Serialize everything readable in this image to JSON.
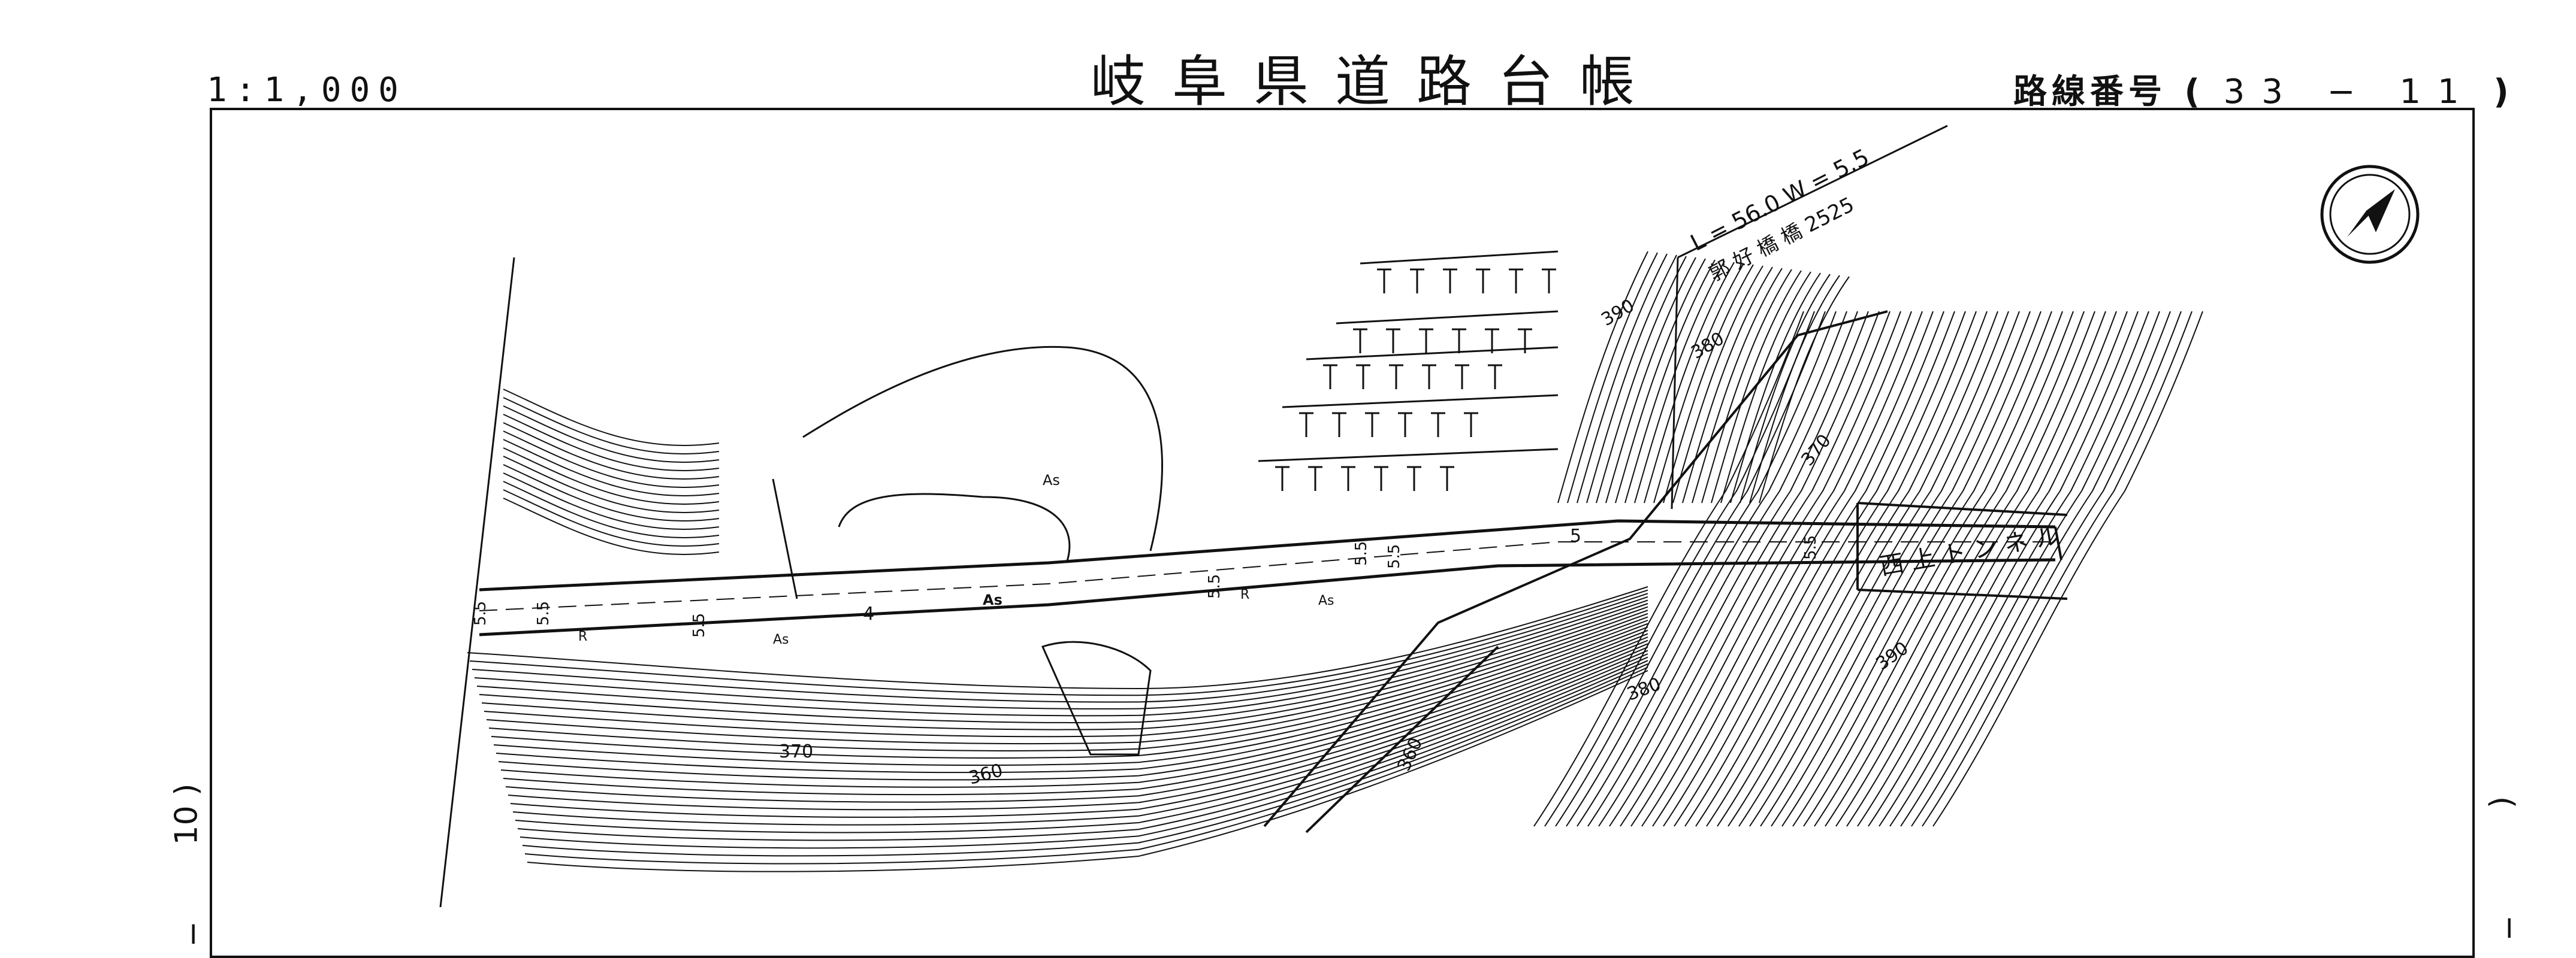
{
  "header": {
    "scale": "1:1,000",
    "title": "岐阜県道路台帳",
    "route_label": "路線番号",
    "route_open": "(",
    "route_number": "33 − 11",
    "route_close": ")"
  },
  "margins": {
    "left_side_text": "10 )",
    "left_side_dash": "−",
    "right_side_paren": ")",
    "right_side_dash": "−"
  },
  "map": {
    "bridge_line1": "L = 56.0   W = 5.5",
    "bridge_line2": "郭 好 橋    橋 2525",
    "tunnel_label": "西 上 ト ン ネ ル",
    "contours": [
      "390",
      "380",
      "370",
      "370",
      "360",
      "360",
      "380",
      "390"
    ],
    "road_surface": [
      "As",
      "As",
      "As",
      "As"
    ],
    "road_widths": [
      "5.5",
      "5.5",
      "5.5",
      "5.5",
      "5.5",
      "5.5",
      "5.5"
    ],
    "road_numbers": [
      "4",
      "5"
    ],
    "radius_labels": [
      "R",
      "R"
    ],
    "north_arrow_icon": "north-arrow-icon"
  }
}
